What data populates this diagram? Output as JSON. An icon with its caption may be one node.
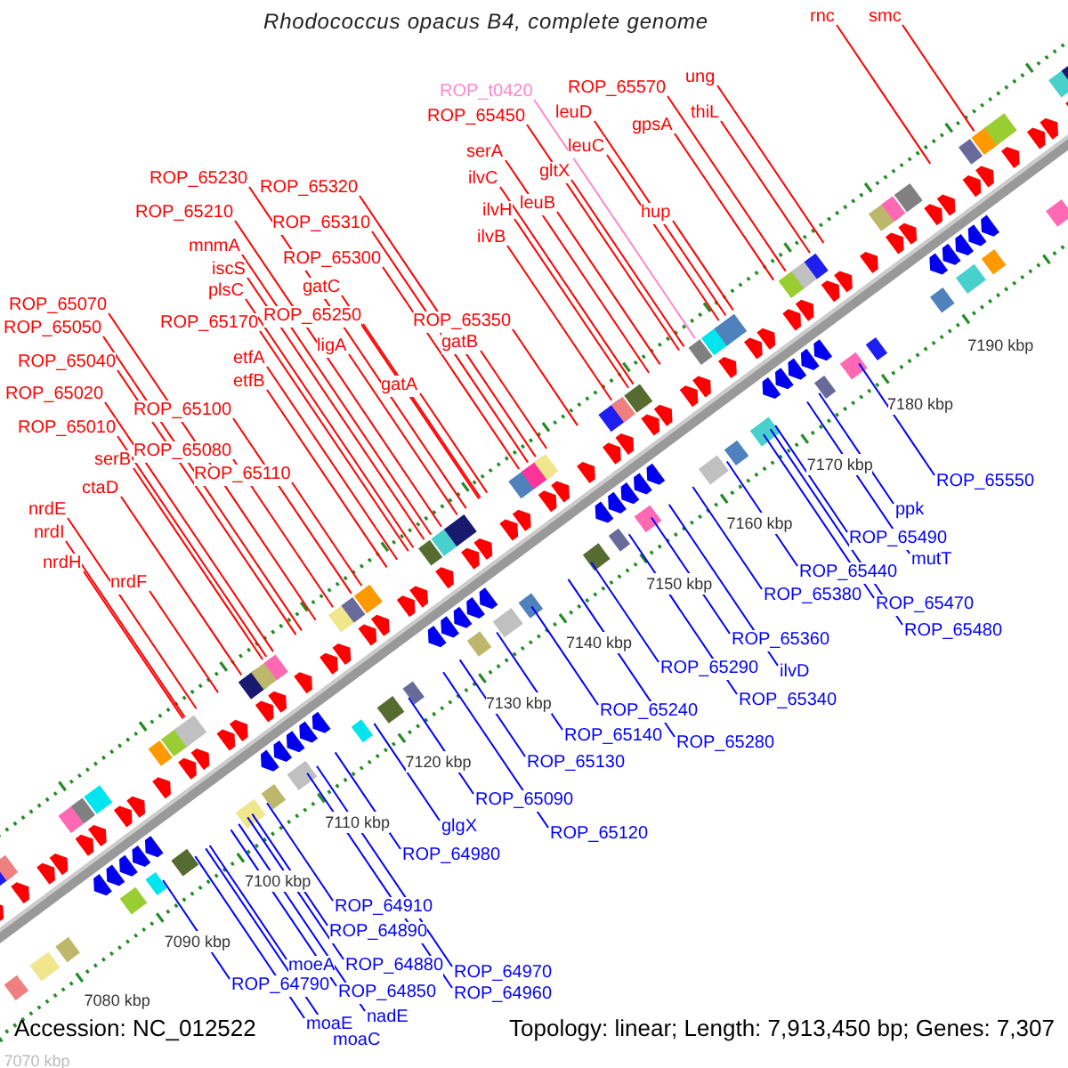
{
  "diagram": {
    "title": "Rhodococcus opacus B4, complete genome",
    "nodes": [
      {
        "text": [
          "rnc"
        ]
      },
      {
        "text": [
          "smc"
        ]
      },
      {
        "text": [
          "ROP_65570"
        ]
      },
      {
        "text": [
          "ung"
        ]
      },
      {
        "text": [
          "ROP_t0420"
        ]
      },
      {
        "text": [
          "ROP_65450"
        ]
      },
      {
        "text": [
          "leuD"
        ]
      },
      {
        "text": [
          "thiL"
        ]
      },
      {
        "text": [
          "gpsA"
        ]
      },
      {
        "text": [
          "leuC"
        ]
      },
      {
        "text": [
          "serA"
        ]
      },
      {
        "text": [
          "gltX"
        ]
      },
      {
        "text": [
          "ROP_65230"
        ]
      },
      {
        "text": [
          "ilvC"
        ]
      },
      {
        "text": [
          "ROP_65320"
        ]
      },
      {
        "text": [
          "leuB"
        ]
      },
      {
        "text": [
          "ilvH"
        ]
      },
      {
        "text": [
          "hup"
        ]
      },
      {
        "text": [
          "ROP_65210"
        ]
      },
      {
        "text": [
          "ROP_65310"
        ]
      },
      {
        "text": [
          "ilvB"
        ]
      },
      {
        "text": [
          "mnmA"
        ]
      },
      {
        "text": [
          "ROP_65300"
        ]
      },
      {
        "text": [
          "iscS"
        ]
      },
      {
        "text": [
          "gatC"
        ]
      },
      {
        "text": [
          "plsC"
        ]
      },
      {
        "text": [
          "ROP_65070"
        ]
      },
      {
        "text": [
          "ROP_65250"
        ]
      },
      {
        "text": [
          "ROP_65350"
        ]
      },
      {
        "text": [
          "ROP_65170"
        ]
      },
      {
        "text": [
          "ROP_65050"
        ]
      },
      {
        "text": [
          "gatB"
        ]
      },
      {
        "text": [
          "ligA"
        ]
      },
      {
        "text": [
          "etfA"
        ]
      },
      {
        "text": [
          "ROP_65040"
        ]
      },
      {
        "text": [
          "etfB"
        ]
      },
      {
        "text": [
          "gatA"
        ]
      },
      {
        "text": [
          "ROP_65020"
        ]
      },
      {
        "text": [
          "ROP_65100"
        ]
      },
      {
        "text": [
          "ROP_65010"
        ]
      },
      {
        "text": [
          "ROP_65080"
        ]
      },
      {
        "text": [
          "serB"
        ]
      },
      {
        "text": [
          "ROP_65110"
        ]
      },
      {
        "text": [
          "ctaD"
        ]
      },
      {
        "text": [
          "nrdE"
        ]
      },
      {
        "text": [
          "nrdI"
        ]
      },
      {
        "text": [
          "nrdH"
        ]
      },
      {
        "text": [
          "nrdF"
        ]
      },
      {
        "text": [
          "ROP_65550"
        ]
      },
      {
        "text": [
          "ppk"
        ]
      },
      {
        "text": [
          "ROP_65490"
        ]
      },
      {
        "text": [
          "mutT"
        ]
      },
      {
        "text": [
          "ROP_65440"
        ]
      },
      {
        "text": [
          "ROP_65380"
        ]
      },
      {
        "text": [
          "ROP_65470"
        ]
      },
      {
        "text": [
          "ROP_65480"
        ]
      },
      {
        "text": [
          "ROP_65360"
        ]
      },
      {
        "text": [
          "ROP_65290"
        ]
      },
      {
        "text": [
          "ilvD"
        ]
      },
      {
        "text": [
          "ROP_65340"
        ]
      },
      {
        "text": [
          "ROP_65240"
        ]
      },
      {
        "text": [
          "ROP_65140"
        ]
      },
      {
        "text": [
          "ROP_65280"
        ]
      },
      {
        "text": [
          "ROP_65130"
        ]
      },
      {
        "text": [
          "ROP_65090"
        ]
      },
      {
        "text": [
          "glgX"
        ]
      },
      {
        "text": [
          "ROP_65120"
        ]
      },
      {
        "text": [
          "ROP_64980"
        ]
      },
      {
        "text": [
          "ROP_64910"
        ]
      },
      {
        "text": [
          "ROP_64890"
        ]
      },
      {
        "text": [
          "moeA"
        ]
      },
      {
        "text": [
          "ROP_64880"
        ]
      },
      {
        "text": [
          "ROP_64970"
        ]
      },
      {
        "text": [
          "ROP_64790"
        ]
      },
      {
        "text": [
          "ROP_64850"
        ]
      },
      {
        "text": [
          "ROP_64960"
        ]
      },
      {
        "text": [
          "nadE"
        ]
      },
      {
        "text": [
          "moaE"
        ]
      },
      {
        "text": [
          "moaC"
        ]
      }
    ],
    "edges": [
      {
        "from": 0,
        "to": null,
        "arrow": "none"
      },
      {
        "from": 1,
        "to": null,
        "arrow": "none"
      },
      {
        "from": 2,
        "to": null,
        "arrow": "none"
      },
      {
        "from": 3,
        "to": null,
        "arrow": "none"
      },
      {
        "from": 4,
        "to": null,
        "arrow": "none",
        "color": "#ff88cc"
      },
      {
        "from": 5,
        "to": null,
        "arrow": "none"
      },
      {
        "from": 6,
        "to": null,
        "arrow": "none"
      },
      {
        "from": 7,
        "to": null,
        "arrow": "none"
      },
      {
        "from": 8,
        "to": null,
        "arrow": "none"
      },
      {
        "from": 9,
        "to": null,
        "arrow": "none"
      },
      {
        "from": 10,
        "to": null,
        "arrow": "none"
      },
      {
        "from": 11,
        "to": null,
        "arrow": "none"
      },
      {
        "from": 12,
        "to": null,
        "arrow": "none"
      },
      {
        "from": 13,
        "to": null,
        "arrow": "none"
      },
      {
        "from": 14,
        "to": null,
        "arrow": "none"
      },
      {
        "from": 15,
        "to": null,
        "arrow": "none"
      },
      {
        "from": 16,
        "to": null,
        "arrow": "none"
      },
      {
        "from": 17,
        "to": null,
        "arrow": "none"
      },
      {
        "from": 18,
        "to": null,
        "arrow": "none"
      },
      {
        "from": 19,
        "to": null,
        "arrow": "none"
      },
      {
        "from": 20,
        "to": null,
        "arrow": "none"
      },
      {
        "from": 21,
        "to": null,
        "arrow": "none"
      },
      {
        "from": 22,
        "to": null,
        "arrow": "none"
      },
      {
        "from": 23,
        "to": null,
        "arrow": "none"
      },
      {
        "from": 24,
        "to": null,
        "arrow": "none"
      },
      {
        "from": 25,
        "to": null,
        "arrow": "none"
      },
      {
        "from": 26,
        "to": null,
        "arrow": "none"
      },
      {
        "from": 27,
        "to": null,
        "arrow": "none"
      },
      {
        "from": 28,
        "to": null,
        "arrow": "none"
      },
      {
        "from": 29,
        "to": null,
        "arrow": "none"
      },
      {
        "from": 30,
        "to": null,
        "arrow": "none"
      },
      {
        "from": 31,
        "to": null,
        "arrow": "none"
      },
      {
        "from": 32,
        "to": null,
        "arrow": "none"
      },
      {
        "from": 33,
        "to": null,
        "arrow": "none"
      },
      {
        "from": 34,
        "to": null,
        "arrow": "none"
      },
      {
        "from": 35,
        "to": null,
        "arrow": "none"
      },
      {
        "from": 36,
        "to": null,
        "arrow": "none"
      },
      {
        "from": 37,
        "to": null,
        "arrow": "none"
      },
      {
        "from": 38,
        "to": null,
        "arrow": "none"
      },
      {
        "from": 39,
        "to": null,
        "arrow": "none"
      },
      {
        "from": 40,
        "to": null,
        "arrow": "none"
      },
      {
        "from": 41,
        "to": null,
        "arrow": "none"
      },
      {
        "from": 42,
        "to": null,
        "arrow": "none"
      },
      {
        "from": 43,
        "to": null,
        "arrow": "none"
      },
      {
        "from": 44,
        "to": null,
        "arrow": "none"
      },
      {
        "from": 45,
        "to": null,
        "arrow": "none"
      },
      {
        "from": 46,
        "to": null,
        "arrow": "none"
      },
      {
        "from": 47,
        "to": null,
        "arrow": "none"
      },
      {
        "from": 48,
        "to": null,
        "arrow": "none",
        "color": "#0000ff"
      },
      {
        "from": 49,
        "to": null,
        "arrow": "none",
        "color": "#0000ff"
      },
      {
        "from": 50,
        "to": null,
        "arrow": "none",
        "color": "#0000ff"
      },
      {
        "from": 51,
        "to": null,
        "arrow": "none",
        "color": "#0000ff"
      },
      {
        "from": 52,
        "to": null,
        "arrow": "none",
        "color": "#0000ff"
      },
      {
        "from": 53,
        "to": null,
        "arrow": "none",
        "color": "#0000ff"
      },
      {
        "from": 54,
        "to": null,
        "arrow": "none",
        "color": "#0000ff"
      },
      {
        "from": 55,
        "to": null,
        "arrow": "none",
        "color": "#0000ff"
      },
      {
        "from": 56,
        "to": null,
        "arrow": "none",
        "color": "#0000ff"
      },
      {
        "from": 57,
        "to": null,
        "arrow": "none",
        "color": "#0000ff"
      },
      {
        "from": 58,
        "to": null,
        "arrow": "none",
        "color": "#0000ff"
      },
      {
        "from": 59,
        "to": null,
        "arrow": "none",
        "color": "#0000ff"
      },
      {
        "from": 60,
        "to": null,
        "arrow": "none",
        "color": "#0000ff"
      },
      {
        "from": 61,
        "to": null,
        "arrow": "none",
        "color": "#0000ff"
      },
      {
        "from": 62,
        "to": null,
        "arrow": "none",
        "color": "#0000ff"
      },
      {
        "from": 63,
        "to": null,
        "arrow": "none",
        "color": "#0000ff"
      },
      {
        "from": 64,
        "to": null,
        "arrow": "none",
        "color": "#0000ff"
      },
      {
        "from": 65,
        "to": null,
        "arrow": "none",
        "color": "#0000ff"
      },
      {
        "from": 66,
        "to": null,
        "arrow": "none",
        "color": "#0000ff"
      },
      {
        "from": 67,
        "to": null,
        "arrow": "none",
        "color": "#0000ff"
      },
      {
        "from": 68,
        "to": null,
        "arrow": "none",
        "color": "#0000ff"
      },
      {
        "from": 69,
        "to": null,
        "arrow": "none",
        "color": "#0000ff"
      },
      {
        "from": 70,
        "to": null,
        "arrow": "none",
        "color": "#0000ff"
      },
      {
        "from": 71,
        "to": null,
        "arrow": "none",
        "color": "#0000ff"
      },
      {
        "from": 72,
        "to": null,
        "arrow": "none",
        "color": "#0000ff"
      },
      {
        "from": 73,
        "to": null,
        "arrow": "none",
        "color": "#0000ff"
      },
      {
        "from": 74,
        "to": null,
        "arrow": "none",
        "color": "#0000ff"
      },
      {
        "from": 75,
        "to": null,
        "arrow": "none",
        "color": "#0000ff"
      },
      {
        "from": 76,
        "to": null,
        "arrow": "none",
        "color": "#0000ff"
      },
      {
        "from": 77,
        "to": null,
        "arrow": "none",
        "color": "#0000ff"
      },
      {
        "from": 78,
        "to": null,
        "arrow": "none",
        "color": "#0000ff"
      }
    ],
    "labels": [
      "7190 kbp",
      "7180 kbp",
      "7170 kbp",
      "7160 kbp",
      "7150 kbp",
      "7140 kbp",
      "7130 kbp",
      "7120 kbp",
      "7110 kbp",
      "7100 kbp",
      "7090 kbp",
      "7080 kbp",
      "7070 kbp",
      "Accession: NC_012522",
      "Topology: linear; Length: 7,913,450 bp; Genes: 7,307"
    ]
  }
}
